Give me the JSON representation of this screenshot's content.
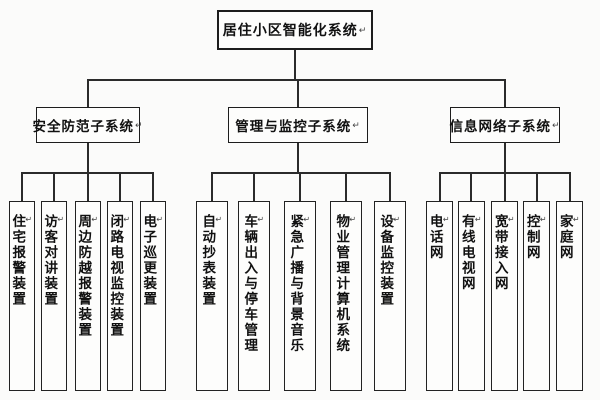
{
  "diagram": {
    "type": "org-tree",
    "return_mark": "↵",
    "root": {
      "label": "居住小区智能化系统"
    },
    "groups": [
      {
        "label": "安全防范子系统",
        "children": [
          "住宅报警装置",
          "访客对讲装置",
          "周边防越报警装置",
          "闭路电视监控装置",
          "电子巡更装置"
        ]
      },
      {
        "label": "管理与监控子系统",
        "children": [
          "自动抄表装置",
          "车辆出入与停车管理",
          "紧急广播与背景音乐",
          "物业管理计算机系统",
          "设备监控装置"
        ]
      },
      {
        "label": "信息网络子系统",
        "children": [
          "电话网",
          "有线电视网",
          "宽带接入网",
          "控制网",
          "家庭网"
        ]
      }
    ],
    "colors": {
      "background": "#fbfbfa",
      "box_fill": "#fdfdfc",
      "border": "#1d1d1d",
      "line": "#2b2b2b",
      "text": "#111111"
    }
  }
}
